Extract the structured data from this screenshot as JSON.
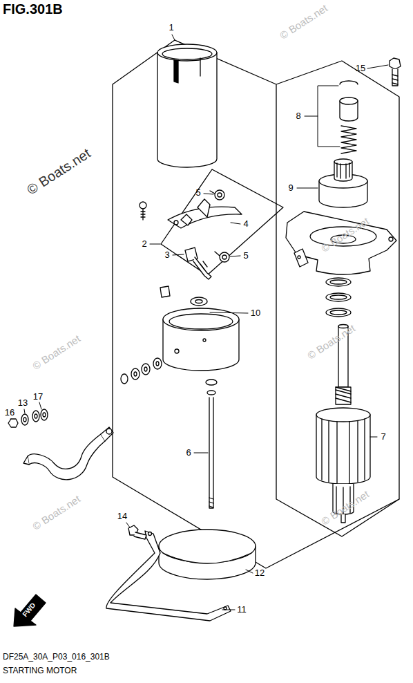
{
  "diagram": {
    "title": "FIG.301B",
    "caption": "STARTING MOTOR",
    "labels": [
      "1",
      "2",
      "3",
      "4",
      "5",
      "5",
      "6",
      "7",
      "8",
      "9",
      "10",
      "11",
      "12",
      "13",
      "14",
      "15",
      "16",
      "17",
      "FWD",
      "DF25A_30A_P03_016_301B",
      "© Boats.net",
      "© Boats.net",
      "© Boats.net",
      "© Boats.net",
      "© Boats.net",
      "© Boats.net",
      "© Boats.net"
    ]
  }
}
